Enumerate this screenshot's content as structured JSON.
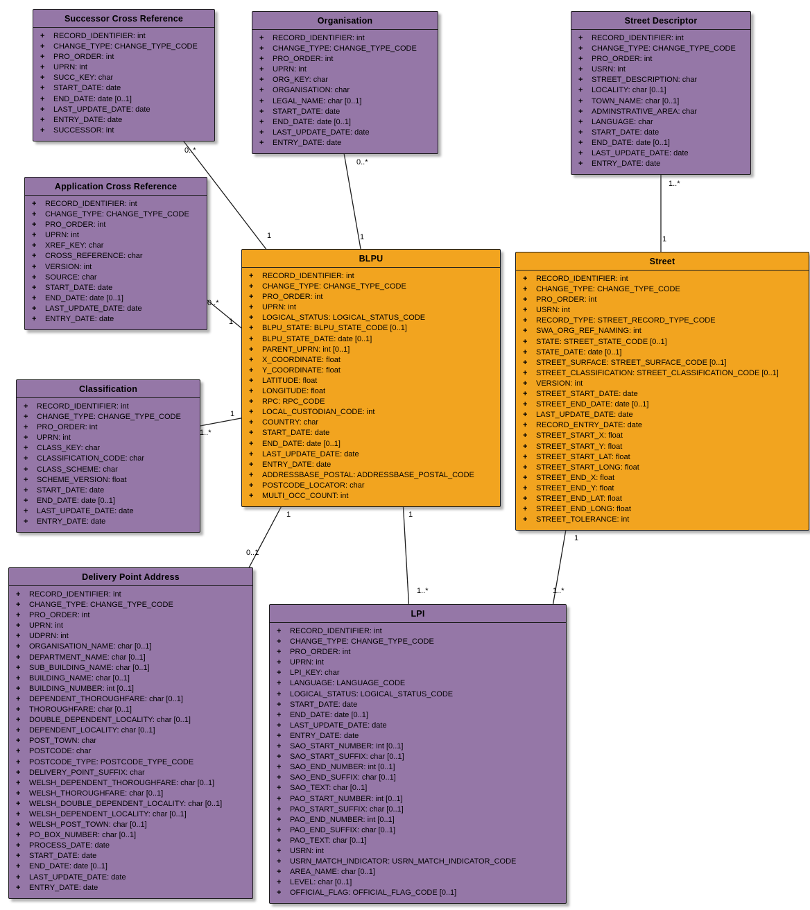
{
  "symbols": {
    "visibility": "+"
  },
  "colors": {
    "entity_purple": "#9577A7",
    "entity_orange": "#F2A41F",
    "line": "#1c1c1c",
    "background": "#ffffff"
  },
  "entities": {
    "successor_cross_reference": {
      "title": "Successor Cross Reference",
      "attributes": [
        "RECORD_IDENTIFIER: int",
        "CHANGE_TYPE: CHANGE_TYPE_CODE",
        "PRO_ORDER: int",
        "UPRN: int",
        "SUCC_KEY: char",
        "START_DATE: date",
        "END_DATE: date [0..1]",
        "LAST_UPDATE_DATE: date",
        "ENTRY_DATE: date",
        "SUCCESSOR: int"
      ]
    },
    "organisation": {
      "title": "Organisation",
      "attributes": [
        "RECORD_IDENTIFIER: int",
        "CHANGE_TYPE: CHANGE_TYPE_CODE",
        "PRO_ORDER: int",
        "UPRN: int",
        "ORG_KEY: char",
        "ORGANISATION: char",
        "LEGAL_NAME: char [0..1]",
        "START_DATE: date",
        "END_DATE: date [0..1]",
        "LAST_UPDATE_DATE: date",
        "ENTRY_DATE: date"
      ]
    },
    "street_descriptor": {
      "title": "Street Descriptor",
      "attributes": [
        "RECORD_IDENTIFIER: int",
        "CHANGE_TYPE: CHANGE_TYPE_CODE",
        "PRO_ORDER: int",
        "USRN: int",
        "STREET_DESCRIPTION: char",
        "LOCALITY: char [0..1]",
        "TOWN_NAME: char [0..1]",
        "ADMINSTRATIVE_AREA: char",
        "LANGUAGE: char",
        "START_DATE: date",
        "END_DATE: date [0..1]",
        "LAST_UPDATE_DATE: date",
        "ENTRY_DATE: date"
      ]
    },
    "application_cross_reference": {
      "title": "Application Cross Reference",
      "attributes": [
        "RECORD_IDENTIFIER: int",
        "CHANGE_TYPE: CHANGE_TYPE_CODE",
        "PRO_ORDER: int",
        "UPRN: int",
        "XREF_KEY: char",
        "CROSS_REFERENCE: char",
        "VERSION: int",
        "SOURCE: char",
        "START_DATE: date",
        "END_DATE: date [0..1]",
        "LAST_UPDATE_DATE: date",
        "ENTRY_DATE: date"
      ]
    },
    "blpu": {
      "title": "BLPU",
      "attributes": [
        "RECORD_IDENTIFIER: int",
        "CHANGE_TYPE: CHANGE_TYPE_CODE",
        "PRO_ORDER: int",
        "UPRN: int",
        "LOGICAL_STATUS: LOGICAL_STATUS_CODE",
        "BLPU_STATE: BLPU_STATE_CODE [0..1]",
        "BLPU_STATE_DATE: date [0..1]",
        "PARENT_UPRN: int [0..1]",
        "X_COORDINATE: float",
        "Y_COORDINATE: float",
        "LATITUDE: float",
        "LONGITUDE: float",
        "RPC: RPC_CODE",
        "LOCAL_CUSTODIAN_CODE: int",
        "COUNTRY: char",
        "START_DATE: date",
        "END_DATE: date [0..1]",
        "LAST_UPDATE_DATE: date",
        "ENTRY_DATE: date",
        "ADDRESSBASE_POSTAL: ADDRESSBASE_POSTAL_CODE",
        "POSTCODE_LOCATOR: char",
        "MULTI_OCC_COUNT: int"
      ]
    },
    "street": {
      "title": "Street",
      "attributes": [
        "RECORD_IDENTIFIER: int",
        "CHANGE_TYPE: CHANGE_TYPE_CODE",
        "PRO_ORDER: int",
        "USRN: int",
        "RECORD_TYPE: STREET_RECORD_TYPE_CODE",
        "SWA_ORG_REF_NAMING: int",
        "STATE: STREET_STATE_CODE [0..1]",
        "STATE_DATE: date [0..1]",
        "STREET_SURFACE: STREET_SURFACE_CODE [0..1]",
        "STREET_CLASSIFICATION: STREET_CLASSIFICATION_CODE [0..1]",
        "VERSION: int",
        "STREET_START_DATE: date",
        "STREET_END_DATE: date [0..1]",
        "LAST_UPDATE_DATE: date",
        "RECORD_ENTRY_DATE: date",
        "STREET_START_X: float",
        "STREET_START_Y: float",
        "STREET_START_LAT: float",
        "STREET_START_LONG: float",
        "STREET_END_X: float",
        "STREET_END_Y: float",
        "STREET_END_LAT: float",
        "STREET_END_LONG: float",
        "STREET_TOLERANCE: int"
      ]
    },
    "classification": {
      "title": "Classification",
      "attributes": [
        "RECORD_IDENTIFIER: int",
        "CHANGE_TYPE: CHANGE_TYPE_CODE",
        "PRO_ORDER: int",
        "UPRN: int",
        "CLASS_KEY: char",
        "CLASSIFICATION_CODE: char",
        "CLASS_SCHEME: char",
        "SCHEME_VERSION: float",
        "START_DATE: date",
        "END_DATE: date [0..1]",
        "LAST_UPDATE_DATE: date",
        "ENTRY_DATE: date"
      ]
    },
    "delivery_point_address": {
      "title": "Delivery Point Address",
      "attributes": [
        "RECORD_IDENTIFIER: int",
        "CHANGE_TYPE: CHANGE_TYPE_CODE",
        "PRO_ORDER: int",
        "UPRN: int",
        "UDPRN: int",
        "ORGANISATION_NAME: char [0..1]",
        "DEPARTMENT_NAME: char [0..1]",
        "SUB_BUILDING_NAME: char [0..1]",
        "BUILDING_NAME: char [0..1]",
        "BUILDING_NUMBER: int [0..1]",
        "DEPENDENT_THOROUGHFARE: char [0..1]",
        "THOROUGHFARE: char [0..1]",
        "DOUBLE_DEPENDENT_LOCALITY: char [0..1]",
        "DEPENDENT_LOCALITY: char [0..1]",
        "POST_TOWN: char",
        "POSTCODE: char",
        "POSTCODE_TYPE: POSTCODE_TYPE_CODE",
        "DELIVERY_POINT_SUFFIX: char",
        "WELSH_DEPENDENT_THOROUGHFARE: char [0..1]",
        "WELSH_THOROUGHFARE: char [0..1]",
        "WELSH_DOUBLE_DEPENDENT_LOCALITY: char [0..1]",
        "WELSH_DEPENDENT_LOCALITY: char [0..1]",
        "WELSH_POST_TOWN: char [0..1]",
        "PO_BOX_NUMBER: char [0..1]",
        "PROCESS_DATE: date",
        "START_DATE: date",
        "END_DATE: date [0..1]",
        "LAST_UPDATE_DATE: date",
        "ENTRY_DATE: date"
      ]
    },
    "lpi": {
      "title": "LPI",
      "attributes": [
        "RECORD_IDENTIFIER: int",
        "CHANGE_TYPE: CHANGE_TYPE_CODE",
        "PRO_ORDER: int",
        "UPRN: int",
        "LPI_KEY: char",
        "LANGUAGE: LANGUAGE_CODE",
        "LOGICAL_STATUS: LOGICAL_STATUS_CODE",
        "START_DATE: date",
        "END_DATE: date [0..1]",
        "LAST_UPDATE_DATE: date",
        "ENTRY_DATE: date",
        "SAO_START_NUMBER: int [0..1]",
        "SAO_START_SUFFIX: char [0..1]",
        "SAO_END_NUMBER: int [0..1]",
        "SAO_END_SUFFIX: char [0..1]",
        "SAO_TEXT: char [0..1]",
        "PAO_START_NUMBER: int [0..1]",
        "PAO_START_SUFFIX: char [0..1]",
        "PAO_END_NUMBER: int [0..1]",
        "PAO_END_SUFFIX: char [0..1]",
        "PAO_TEXT: char [0..1]",
        "USRN: int",
        "USRN_MATCH_INDICATOR: USRN_MATCH_INDICATOR_CODE",
        "AREA_NAME: char [0..1]",
        "LEVEL: char [0..1]",
        "OFFICIAL_FLAG: OFFICIAL_FLAG_CODE [0..1]"
      ]
    }
  },
  "connections": [
    {
      "from": "successor_cross_reference",
      "to": "blpu",
      "from_label": "0..*",
      "to_label": "1"
    },
    {
      "from": "organisation",
      "to": "blpu",
      "from_label": "0..*",
      "to_label": "1"
    },
    {
      "from": "street_descriptor",
      "to": "street",
      "from_label": "1..*",
      "to_label": "1"
    },
    {
      "from": "application_cross_reference",
      "to": "blpu",
      "from_label": "0..*",
      "to_label": "1"
    },
    {
      "from": "classification",
      "to": "blpu",
      "from_label": "1..*",
      "to_label": "1"
    },
    {
      "from": "blpu",
      "to": "delivery_point_address",
      "from_label": "1",
      "to_label": "0..1"
    },
    {
      "from": "blpu",
      "to": "lpi",
      "from_label": "1",
      "to_label": "1..*"
    },
    {
      "from": "street",
      "to": "lpi",
      "from_label": "1",
      "to_label": "1..*"
    }
  ]
}
